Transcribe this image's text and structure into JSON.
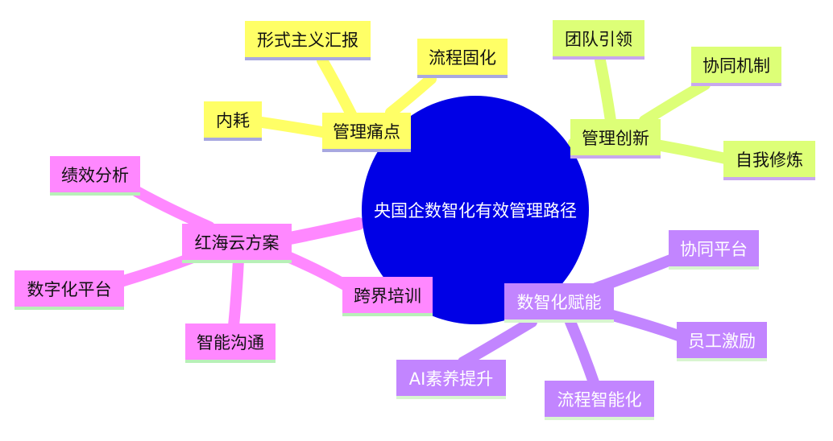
{
  "center": {
    "label": "央国企数智化有效管理路径",
    "color": "#0000e6"
  },
  "colors": {
    "pain": "#ffff66",
    "innov": "#ddff77",
    "hong": "#ff88ff",
    "digit": "#c285ff"
  },
  "branches": {
    "pain": {
      "label": "管理痛点",
      "children": [
        "形式主义汇报",
        "流程固化",
        "内耗"
      ]
    },
    "innov": {
      "label": "管理创新",
      "children": [
        "团队引领",
        "协同机制",
        "自我修炼"
      ]
    },
    "hong": {
      "label": "红海云方案",
      "children": [
        "绩效分析",
        "数字化平台",
        "智能沟通",
        "跨界培训"
      ]
    },
    "digit": {
      "label": "数智化赋能",
      "children": [
        "协同平台",
        "员工激励",
        "流程智能化",
        "AI素养提升"
      ]
    }
  }
}
